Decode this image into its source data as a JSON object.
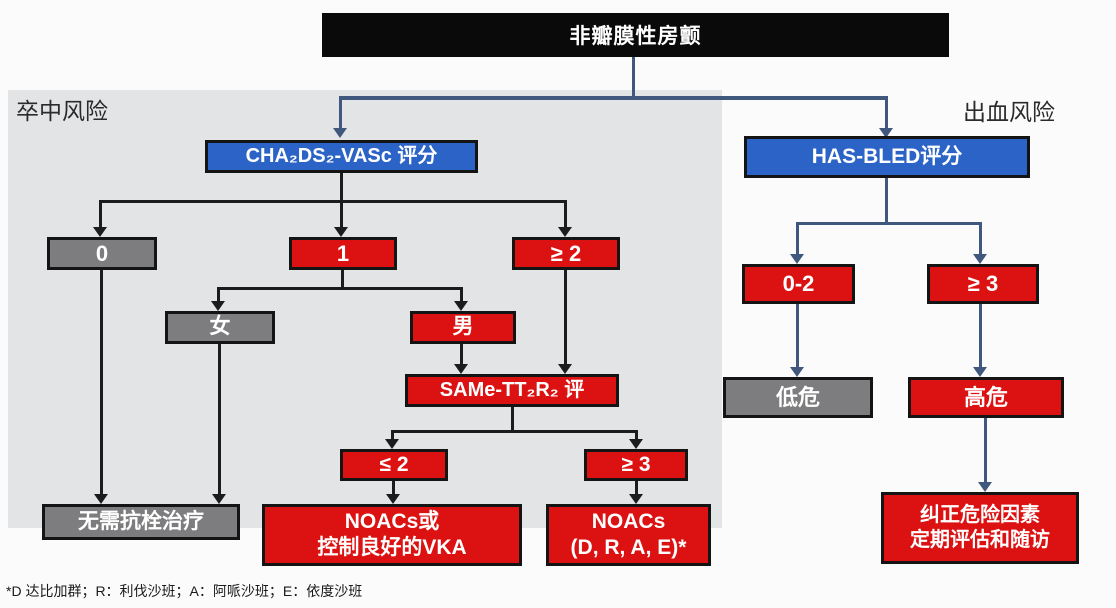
{
  "header": {
    "root_label": "非瓣膜性房颤"
  },
  "labels": {
    "stroke_risk": "卒中风险",
    "bleeding_risk": "出血风险"
  },
  "stroke": {
    "score": "CHA₂DS₂-VASc 评分",
    "score0": "0",
    "score1": "1",
    "score_ge2": "≥ 2",
    "female": "女",
    "male": "男",
    "same_tt": "SAMe-TT₂R₂ 评",
    "same_le2": "≤ 2",
    "same_ge3": "≥ 3",
    "no_antithrombotic": "无需抗栓治疗",
    "noacs_vka": {
      "line1": "NOACs或",
      "line2": "控制良好的VKA"
    },
    "noacs_drae": {
      "line1": "NOACs",
      "line2": "(D, R, A, E)*"
    }
  },
  "bleeding": {
    "score": "HAS-BLED评分",
    "score_0_2": "0-2",
    "score_ge3": "≥ 3",
    "low_risk": "低危",
    "high_risk": "高危",
    "action": {
      "line1": "纠正危险因素",
      "line2": "定期评估和随访"
    }
  },
  "footnote": "*D 达比加群；R：利伐沙班；A：阿哌沙班；E：依度沙班",
  "colors": {
    "red_box": "#dc1212",
    "gray_box": "#7d7d7f",
    "blue_box": "#2b63c6",
    "root_bar": "#0a0a0a",
    "stroke_arrows": "#1c1c1c",
    "bleeding_arrows": "#41587e",
    "panel": "#e3e4e6"
  }
}
